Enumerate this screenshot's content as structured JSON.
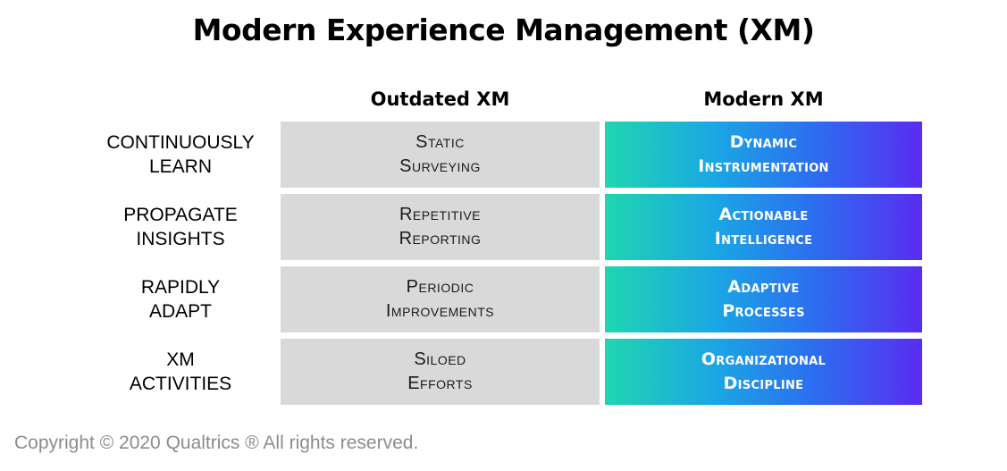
{
  "title": "Modern Experience Management (XM)",
  "columns": {
    "outdated": "Outdated XM",
    "modern": "Modern XM"
  },
  "rows": [
    {
      "label": "CONTINUOUSLY\nLEARN",
      "outdated": "Static\nSurveying",
      "modern": "Dynamic\nInstrumentation"
    },
    {
      "label": "PROPAGATE\nINSIGHTS",
      "outdated": "Repetitive\nReporting",
      "modern": "Actionable\nIntelligence"
    },
    {
      "label": "RAPIDLY\nADAPT",
      "outdated": "Periodic\nImprovements",
      "modern": "Adaptive\nProcesses"
    },
    {
      "label": "XM\nACTIVITIES",
      "outdated": "Siloed\nEfforts",
      "modern": "Organizational\nDiscipline"
    }
  ],
  "copyright": "Copyright © 2020 Qualtrics ® All rights reserved.",
  "colors": {
    "outdated_bg": "#d9d9d9",
    "modern_gradient": [
      "#1fd6b0",
      "#1aa6e4",
      "#2b6ff0",
      "#5a2cf0"
    ],
    "copyright_text": "#8c8c8c"
  }
}
